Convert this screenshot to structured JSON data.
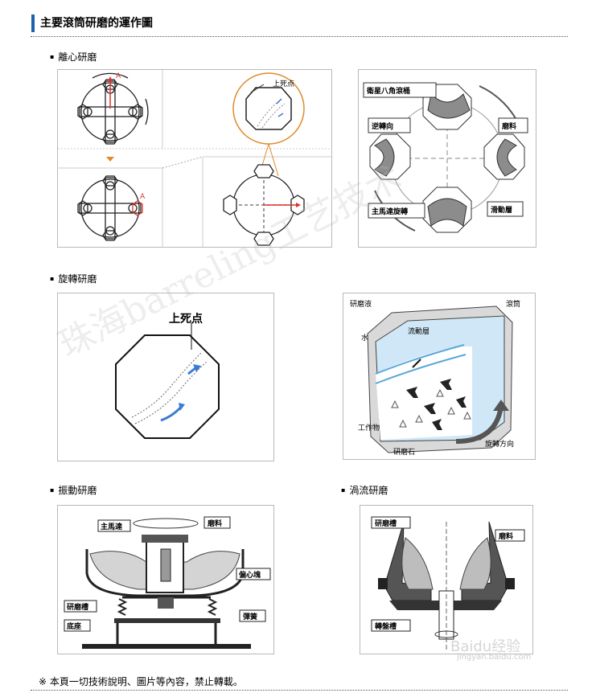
{
  "page": {
    "title": "主要滾筒研磨的運作圖",
    "footer_note": "※ 本頁一切技術說明、圖片等內容，禁止轉載。"
  },
  "sections": {
    "centrifugal": {
      "label": "離心研磨",
      "left_diagram": {
        "marker_top": "A",
        "marker_bottom": "A",
        "top_dead_center": "上死点"
      },
      "right_diagram": {
        "drum": "衛星八角滾桶",
        "reverse": "逆轉向",
        "media": "磨料",
        "motor": "主馬達旋轉",
        "slide_layer": "滑動層"
      }
    },
    "rotary": {
      "label": "旋轉研磨",
      "left_diagram": {
        "top_dead_center": "上死点"
      },
      "right_diagram": {
        "liquid": "研磨液",
        "drum": "滾筒",
        "water": "水",
        "flow_layer": "流動層",
        "workpiece": "工作物",
        "stone": "研磨石",
        "rotation": "旋轉方向"
      }
    },
    "vibratory": {
      "label": "振動研磨",
      "diagram": {
        "motor": "主馬達",
        "media": "磨料",
        "eccentric": "偏心塊",
        "tank": "研磨槽",
        "spring": "彈簧",
        "base": "底座"
      }
    },
    "vortex": {
      "label": "渦流研磨",
      "diagram": {
        "tank": "研磨槽",
        "media": "磨料",
        "turntable": "轉盤槽"
      }
    }
  },
  "watermarks": {
    "main": "珠海barreling工艺技术",
    "baidu": "Baidu经验",
    "baidu_url": "jingyan.baidu.com"
  },
  "colors": {
    "accent": "#1f5fb0",
    "marker": "#e0302a",
    "orange": "#e08a2a",
    "flow_blue": "#3a7bd5"
  }
}
